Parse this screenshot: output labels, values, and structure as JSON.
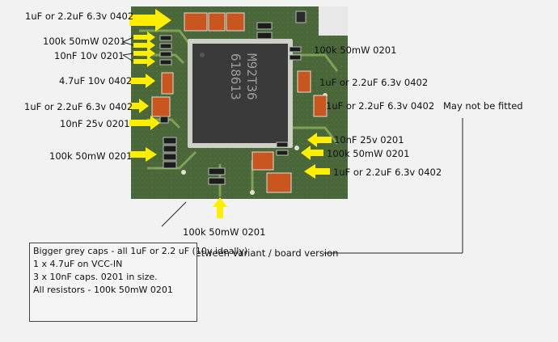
{
  "labels": {
    "l1": "1uF or 2.2uF 6.3v 0402",
    "l2": "100k 50mW 0201",
    "l3": "10nF 10v 0201",
    "l4": "4.7uF 10v 0402",
    "l5": "1uF or 2.2uF 6.3v 0402",
    "l6": "10nF 25v 0201",
    "l7": "100k 50mW 0201",
    "r1": "100k 50mW 0201",
    "r2": "1uF or 2.2uF 6.3v 0402",
    "r3": "1uF or 2.2uF 6.3v 0402",
    "r4": "May not be fitted",
    "r5": "10nF 25v 0201",
    "r6": "100k 50mW 0201",
    "r7": "1uF or 2.2uF 6.3v 0402",
    "b1": "100k 50mW 0201"
  },
  "chip": {
    "line1": "M92T36",
    "line2": "618613"
  },
  "notes_line": "Notes: Layout may differ slightly between variant / board version",
  "notes": [
    "Bigger grey caps - all 1uF or 2.2 uF (10v ideally)",
    "1 x 4.7uF on VCC-IN",
    "3 x 10nF caps. 0201 in size.",
    "All resistors - 100k 50mW 0201"
  ],
  "colors": {
    "board": "#4a6a3a",
    "arrow": "#ffee00",
    "cap": "#c9561e",
    "chip": "#3a3a3a"
  }
}
